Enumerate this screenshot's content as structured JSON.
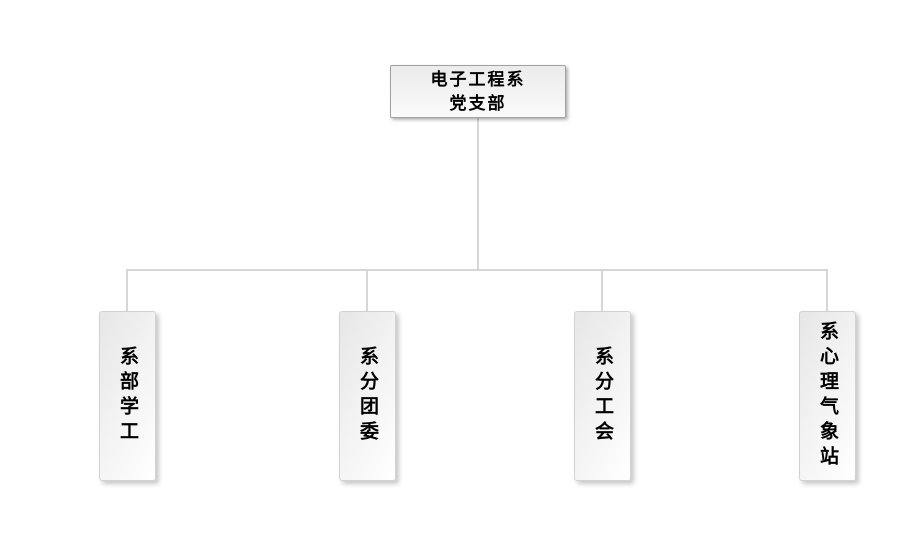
{
  "page": {
    "background_color": "#ffffff",
    "description": "organization chart"
  },
  "chart": {
    "type": "org-chart",
    "root": {
      "label_line1": "电子工程系",
      "label_line2": "党支部"
    },
    "children": [
      {
        "label": "系部学工"
      },
      {
        "label": "系分团委"
      },
      {
        "label": "系分工会"
      },
      {
        "label": "系心理气象站"
      }
    ],
    "style": {
      "connector_color": "#d6d6d6",
      "root_border_color": "#a0a0a0",
      "child_border_color": "#d2d2d2",
      "box_fill_light": "#ffffff",
      "box_fill_gray": "#e6e6e6",
      "text_color": "#000000"
    }
  }
}
